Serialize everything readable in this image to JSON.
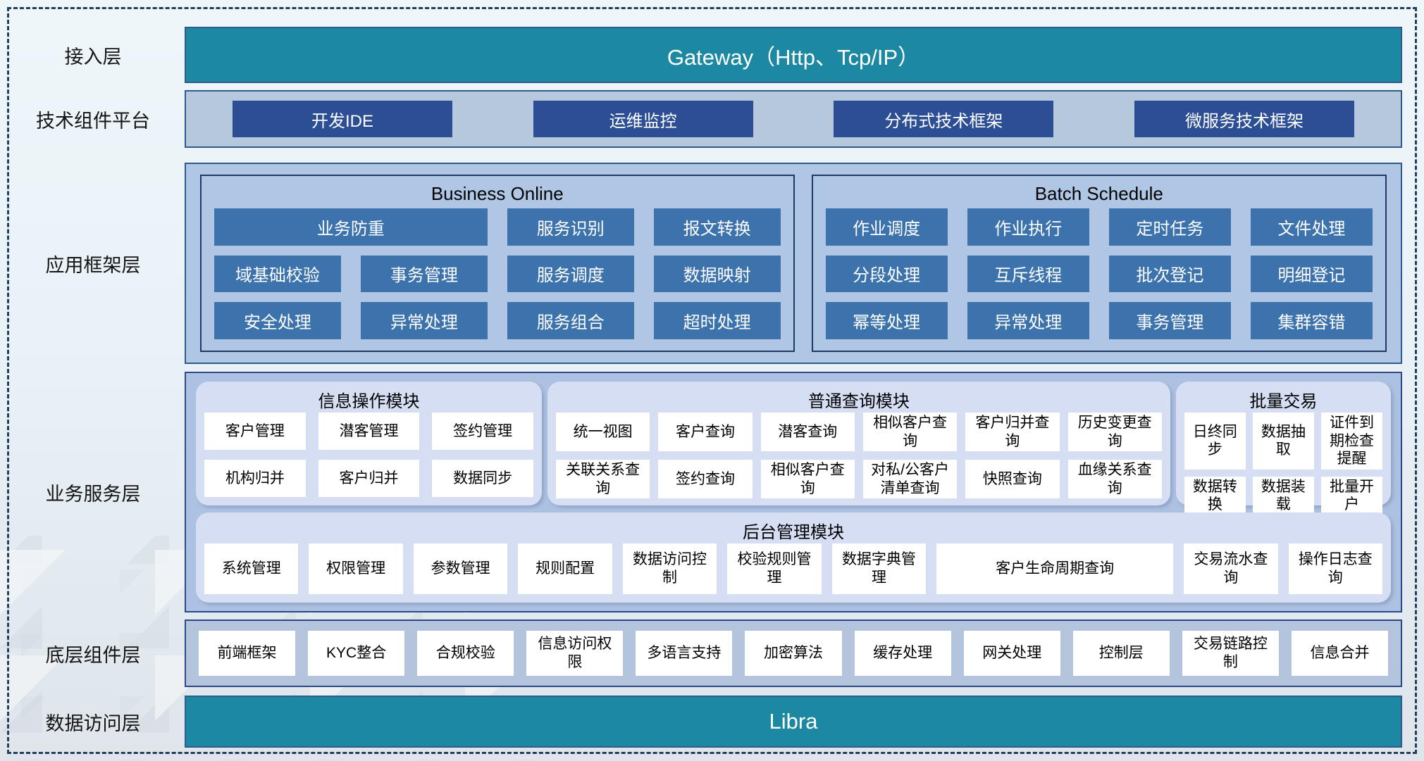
{
  "colors": {
    "teal": "#1d88a2",
    "dark_blue_button": "#2b4e95",
    "mid_blue_button": "#3c73ad",
    "band_background": "#b5c8dc",
    "panel_background": "#b0c6e5",
    "module_background": "#d5def3",
    "navy_border": "#1f3864",
    "dashed_frame": "#23405f"
  },
  "layers": {
    "access": {
      "label": "接入层",
      "gateway": "Gateway（Http、Tcp/IP）"
    },
    "tech": {
      "label": "技术组件平台",
      "items": [
        "开发IDE",
        "运维监控",
        "分布式技术框架",
        "微服务技术框架"
      ]
    },
    "app_framework": {
      "label": "应用框架层",
      "business_online": {
        "title": "Business Online",
        "items": [
          {
            "label": "业务防重",
            "span": 2
          },
          "服务识别",
          "报文转换",
          "域基础校验",
          "事务管理",
          "服务调度",
          "数据映射",
          "安全处理",
          "异常处理",
          "服务组合",
          "超时处理"
        ]
      },
      "batch_schedule": {
        "title": "Batch Schedule",
        "items": [
          "作业调度",
          "作业执行",
          "定时任务",
          "文件处理",
          "分段处理",
          "互斥线程",
          "批次登记",
          "明细登记",
          "幂等处理",
          "异常处理",
          "事务管理",
          "集群容错"
        ]
      }
    },
    "business_service": {
      "label": "业务服务层",
      "info_module": {
        "title": "信息操作模块",
        "items": [
          "客户管理",
          "潜客管理",
          "签约管理",
          "机构归并",
          "客户归并",
          "数据同步"
        ]
      },
      "query_module": {
        "title": "普通查询模块",
        "items": [
          "统一视图",
          "客户查询",
          "潜客查询",
          "相似客户查询",
          "客户归并查询",
          "历史变更查询",
          "关联关系查询",
          "签约查询",
          "相似客户查询",
          "对私/公客户清单查询",
          "快照查询",
          "血缘关系查询"
        ]
      },
      "batch_trade": {
        "title": "批量交易",
        "items": [
          "日终同步",
          "数据抽取",
          "证件到期检查提醒",
          "数据转换",
          "数据装载",
          "批量开户"
        ]
      },
      "admin_module": {
        "title": "后台管理模块",
        "items": [
          "系统管理",
          "权限管理",
          "参数管理",
          "规则配置",
          "数据访问控制",
          "校验规则管理",
          "数据字典管理",
          {
            "label": "客户生命周期查询",
            "wide": true
          },
          "交易流水查询",
          "操作日志查询"
        ]
      }
    },
    "base_components": {
      "label": "底层组件层",
      "items": [
        "前端框架",
        "KYC整合",
        "合规校验",
        "信息访问权限",
        "多语言支持",
        "加密算法",
        "缓存处理",
        "网关处理",
        "控制层",
        "交易链路控制",
        "信息合并"
      ]
    },
    "data_access": {
      "label": "数据访问层",
      "bar": "Libra"
    }
  }
}
